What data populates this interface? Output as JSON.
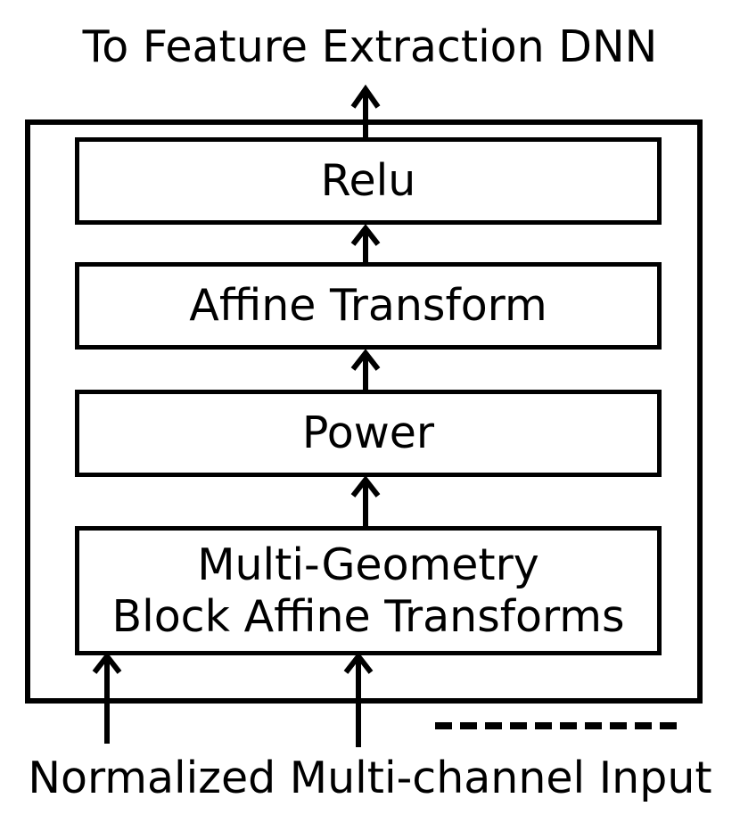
{
  "diagram": {
    "title": "To Feature Extraction DNN",
    "blocks": [
      {
        "id": "relu",
        "label": "Relu"
      },
      {
        "id": "affine",
        "label": "Affine Transform"
      },
      {
        "id": "power",
        "label": "Power"
      },
      {
        "id": "mgbat",
        "line1": "Multi-Geometry",
        "line2": "Block Affine Transforms"
      }
    ],
    "input_label": "Normalized Multi-channel Input"
  }
}
